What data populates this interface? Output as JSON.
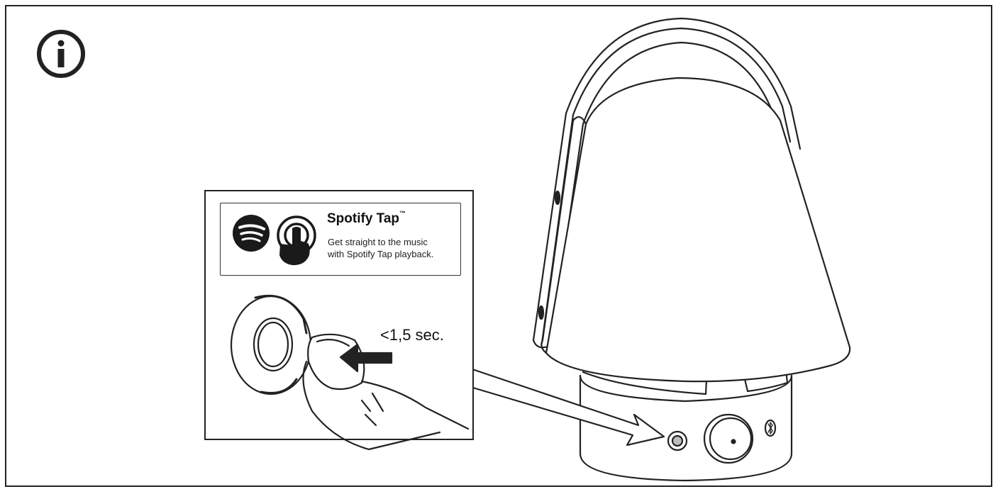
{
  "info": {
    "icon": "info-icon"
  },
  "spotify": {
    "logo_icon": "spotify-logo-icon",
    "tap_icon": "tap-hand-icon",
    "title": "Spotify Tap",
    "trademark": "™",
    "description_line1": "Get straight to the music",
    "description_line2": "with Spotify Tap playback."
  },
  "instruction": {
    "press_duration": "<1,5 sec."
  },
  "colors": {
    "line": "#222222",
    "background": "#ffffff",
    "button_gray": "#bdbdbd"
  }
}
